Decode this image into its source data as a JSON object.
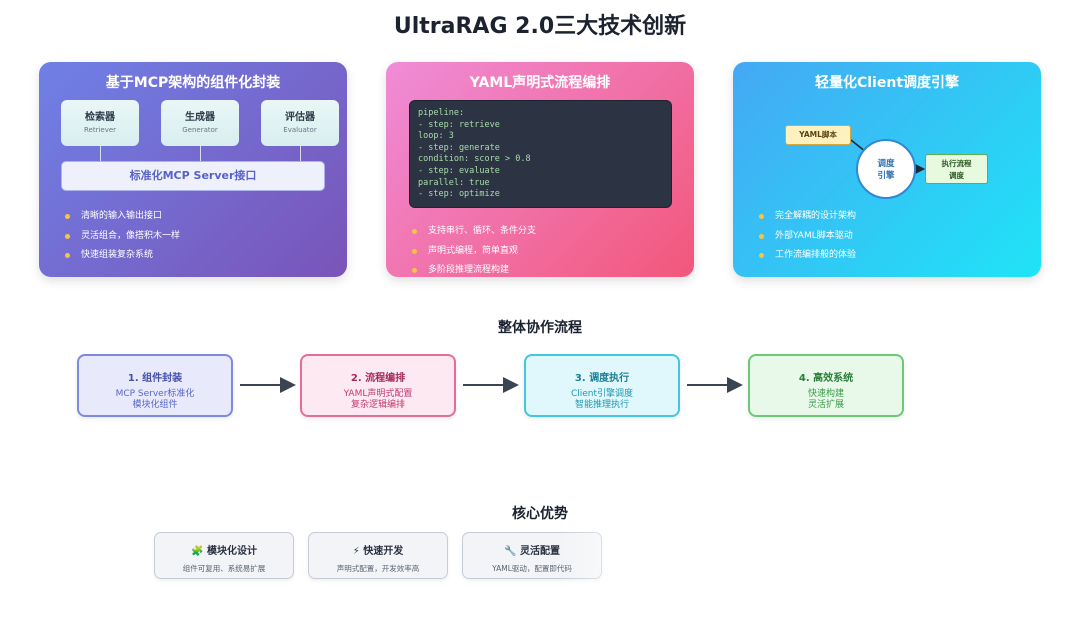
{
  "title": "UltraRAG 2.0三大技术创新",
  "cards": {
    "mcp": {
      "title": "基于MCP架构的组件化封装",
      "modules": [
        {
          "zh": "检索器",
          "en": "Retriever"
        },
        {
          "zh": "生成器",
          "en": "Generator"
        },
        {
          "zh": "评估器",
          "en": "Evaluator"
        }
      ],
      "server": "标准化MCP Server接口",
      "bullets": [
        "清晰的输入输出接口",
        "灵活组合，像搭积木一样",
        "快速组装复杂系统"
      ]
    },
    "yaml": {
      "title": "YAML声明式流程编排",
      "code": [
        "pipeline:",
        "- step: retrieve",
        "loop: 3",
        "- step: generate",
        "condition: score > 0.8",
        "- step: evaluate",
        "parallel: true",
        "- step: optimize"
      ],
      "bullets": [
        "支持串行、循环、条件分支",
        "声明式编程，简单直观",
        "多阶段推理流程构建"
      ]
    },
    "client": {
      "title": "轻量化Client调度引擎",
      "yaml_box": "YAML脚本",
      "engine_line1": "调度",
      "engine_line2": "引擎",
      "exec_line1": "执行流程",
      "exec_line2": "调度",
      "bullets": [
        "完全解耦的设计架构",
        "外部YAML脚本驱动",
        "工作流编排般的体验"
      ]
    }
  },
  "flow": {
    "title": "整体协作流程",
    "steps": [
      {
        "title": "1. 组件封装",
        "line1": "MCP Server标准化",
        "line2": "模块化组件"
      },
      {
        "title": "2. 流程编排",
        "line1": "YAML声明式配置",
        "line2": "复杂逻辑编排"
      },
      {
        "title": "3. 调度执行",
        "line1": "Client引擎调度",
        "line2": "智能推理执行"
      },
      {
        "title": "4. 高效系统",
        "line1": "快速构建",
        "line2": "灵活扩展"
      }
    ]
  },
  "advantages": {
    "title": "核心优势",
    "items": [
      {
        "icon": "puzzle-icon",
        "glyph": "🧩",
        "title": "模块化设计",
        "desc": "组件可复用、系统易扩展"
      },
      {
        "icon": "lightning-icon",
        "glyph": "⚡",
        "title": "快速开发",
        "desc": "声明式配置，开发效率高"
      },
      {
        "icon": "wrench-icon",
        "glyph": "🔧",
        "title": "灵活配置",
        "desc": "YAML驱动，配置即代码"
      }
    ]
  }
}
